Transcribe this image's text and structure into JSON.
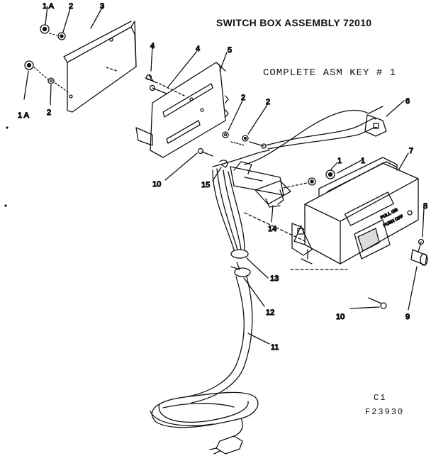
{
  "title": "SWITCH BOX ASSEMBLY 72010",
  "subtitle": "COMPLETE ASM KEY # 1",
  "codes": [
    "C1",
    "F23930"
  ],
  "switch_labels": [
    "PULL ON",
    "PUSH OFF"
  ],
  "callouts": {
    "c1a_top": "1 A",
    "c1a_left": "1 A",
    "c2_top": "2",
    "c2_left": "2",
    "c2_mid_a": "2",
    "c2_mid_b": "2",
    "c3": "3",
    "c4_a": "4",
    "c4_b": "4",
    "c5": "5",
    "c6": "6",
    "c7": "7",
    "c8": "8",
    "c9": "9",
    "c10_a": "10",
    "c10_b": "10",
    "c11": "11",
    "c12": "12",
    "c13": "13",
    "c14": "14",
    "c15": "15",
    "c1_a": "1",
    "c1_b": "1"
  }
}
